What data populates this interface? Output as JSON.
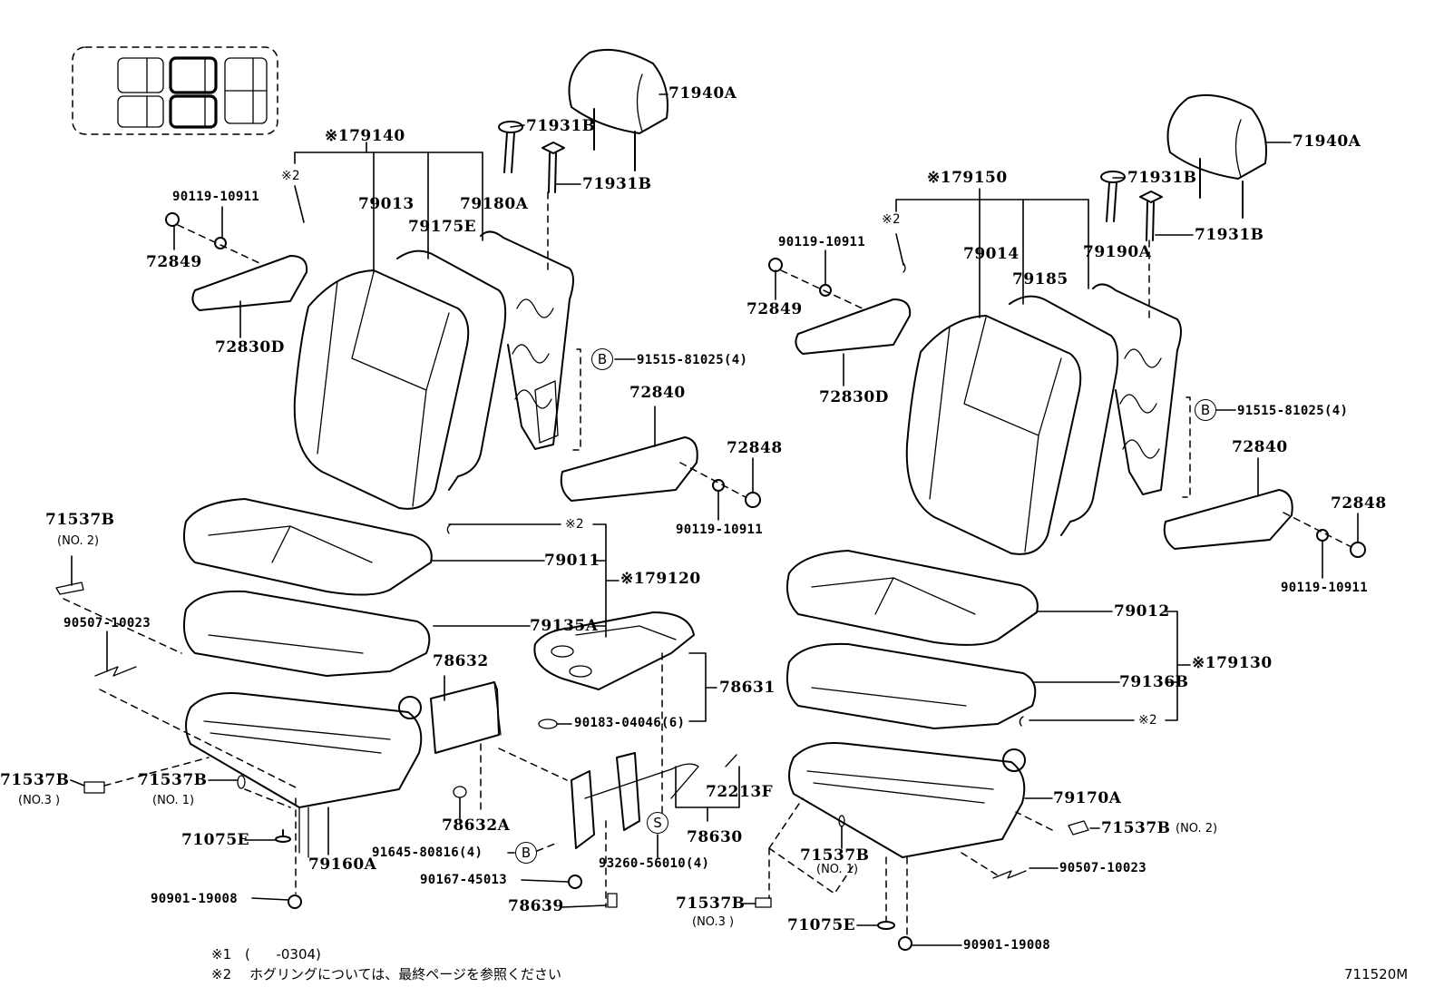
{
  "diagram": {
    "type": "exploded-parts-diagram",
    "subject": "front seat assembly (left and right)",
    "figure_code": "711520M",
    "footnotes": [
      {
        "mark": "※1",
        "text": "(      -0304)"
      },
      {
        "mark": "※2",
        "text": "ホグリングについては、最終ページを参照ください"
      }
    ],
    "left_seat": {
      "seatback_assy": "※179140",
      "hog_ring_back": "※2",
      "bolt_armrest_upper": "90119-10911",
      "cap_upper": "72849",
      "armrest_inner": "72830D",
      "seatback_cover": "79013",
      "seatback_pad": "79175E",
      "seatback_frame": "79180A",
      "headrest": "71940A",
      "headrest_support_1": "71931B",
      "headrest_support_2": "71931B",
      "bolt_b": "91515-81025(4)",
      "armrest_outer": "72840",
      "cap_outer": "72848",
      "bolt_armrest_outer": "90119-10911",
      "hog_ring_cushion": "※2",
      "cushion_cover": "79011",
      "cushion_assy": "※179120",
      "cushion_pad": "79135A",
      "clip_no2": "71537B",
      "clip_no2_sub": "(NO. 2)",
      "spring": "90507-10023",
      "cushion_frame": "79160A",
      "clip_no3": "71537B",
      "clip_no3_sub": "(NO.3 )",
      "clip_no1": "71537B",
      "clip_no1_sub": "(NO. 1)",
      "fastener": "71075E",
      "bolt_bottom": "90901-19008"
    },
    "center_console": {
      "panel": "78632",
      "tray_assy": "78631",
      "nut": "90183-04046(6)",
      "screw": "78632A",
      "bolt_b": "91645-80816(4)",
      "bracket_assy": "78630",
      "clip": "72213F",
      "stud_s": "93260-56010(4)",
      "screw_2": "90167-45013",
      "clip_2": "78639",
      "circle_b": "B",
      "circle_s": "S"
    },
    "right_seat": {
      "seatback_assy": "※179150",
      "hog_ring_back": "※2",
      "bolt_armrest_upper": "90119-10911",
      "cap_upper": "72849",
      "armrest_inner": "72830D",
      "seatback_cover": "79014",
      "seatback_pad": "79185",
      "seatback_frame": "79190A",
      "headrest": "71940A",
      "headrest_support_1": "71931B",
      "headrest_support_2": "71931B",
      "bolt_b": "91515-81025(4)",
      "armrest_outer": "72840",
      "cap_outer": "72848",
      "bolt_armrest_outer": "90119-10911",
      "cushion_cover": "79012",
      "cushion_assy": "※179130",
      "cushion_pad": "79136B",
      "hog_ring_cushion": "※2",
      "cushion_frame": "79170A",
      "clip_no2": "71537B",
      "clip_no2_sub": "(NO. 2)",
      "spring": "90507-10023",
      "clip_no1": "71537B",
      "clip_no1_sub": "(NO. 1)",
      "clip_no3": "71537B",
      "clip_no3_sub": "(NO.3 )",
      "fastener": "71075E",
      "bolt_bottom": "90901-19008"
    },
    "circle_b": "B"
  }
}
